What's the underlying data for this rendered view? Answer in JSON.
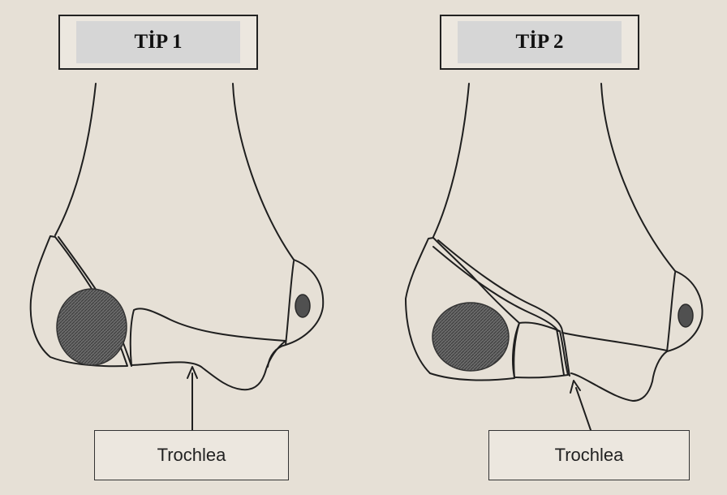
{
  "panels": [
    {
      "title": "TİP 1",
      "label": "Trochlea"
    },
    {
      "title": "TİP 2",
      "label": "Trochlea"
    }
  ],
  "colors": {
    "background": "#e6e0d6",
    "outline": "#1f1f1f",
    "title_fill": "#d6d6d6",
    "fragment_shading": "#5a5a5a"
  }
}
